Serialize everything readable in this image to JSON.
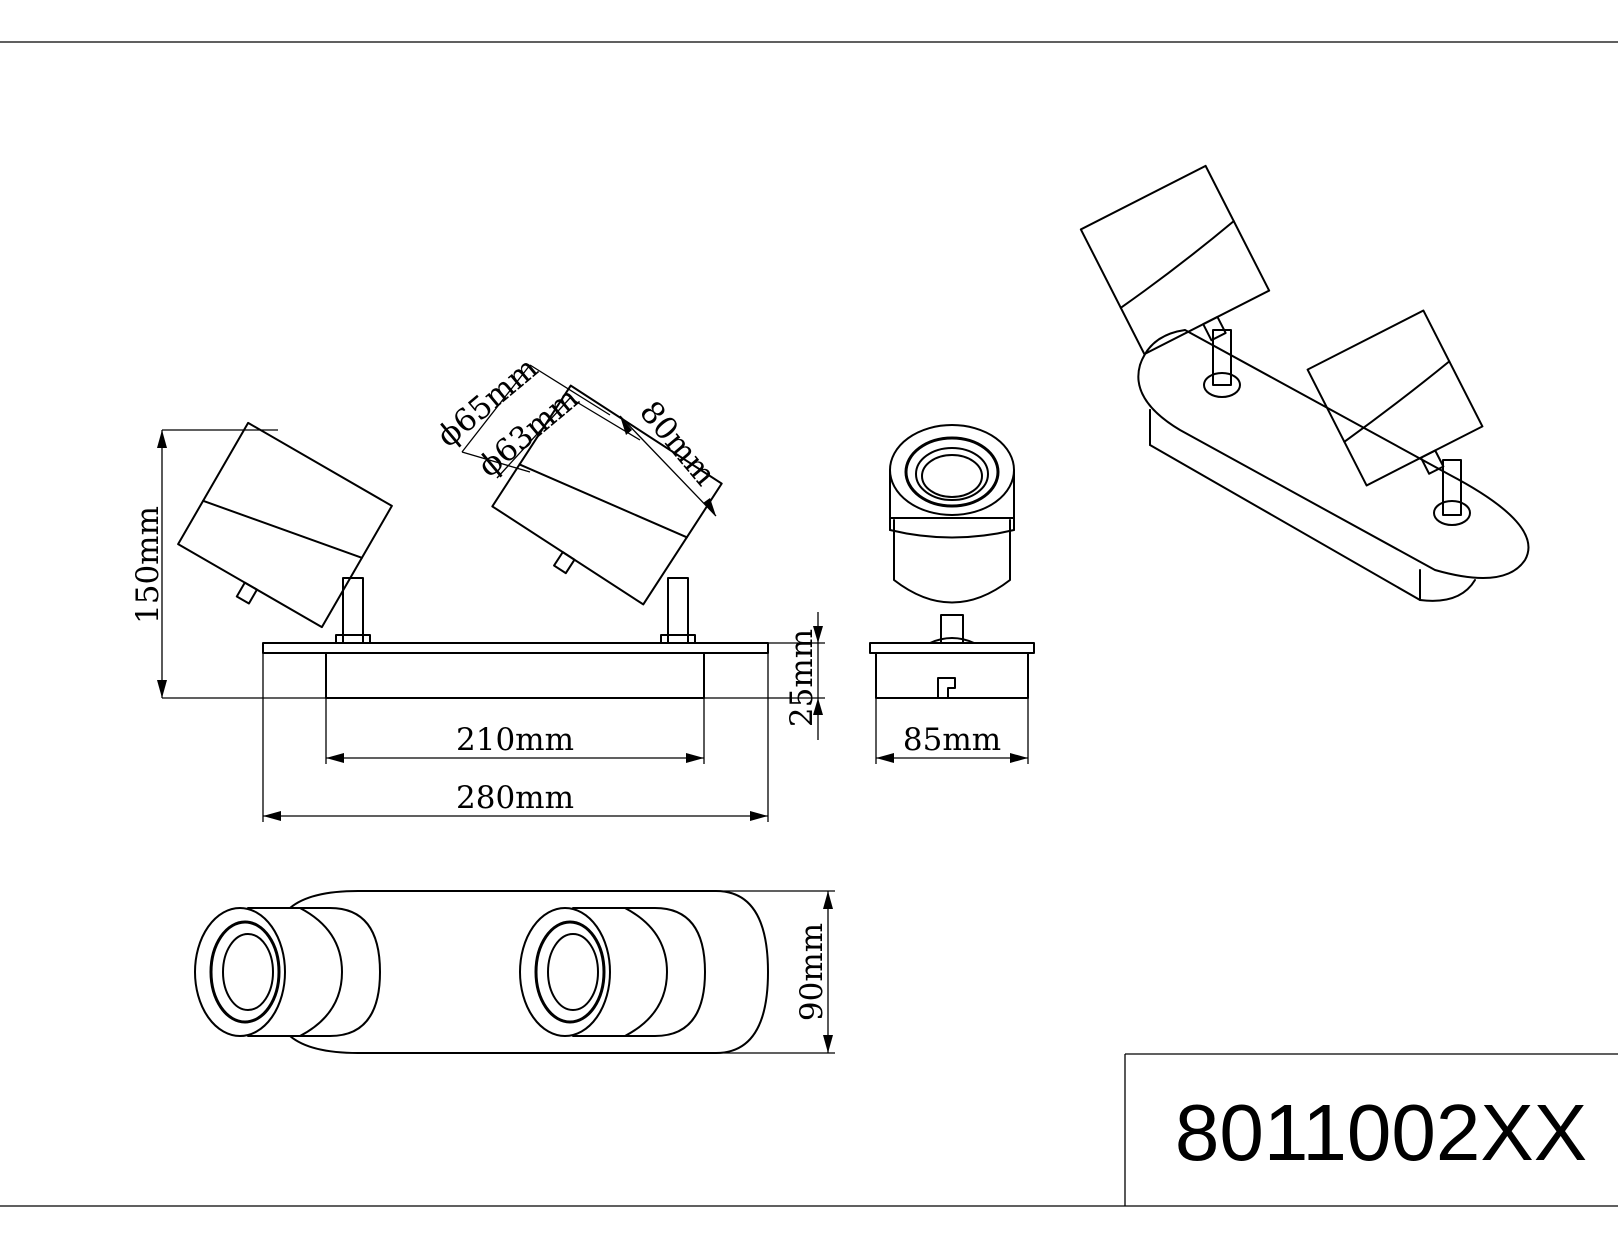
{
  "dimensions": {
    "height_total": "150mm",
    "diameter_outer": "ϕ65mm",
    "diameter_inner": "ϕ63mm",
    "head_length": "80mm",
    "base_height": "25mm",
    "inner_length": "210mm",
    "total_length": "280mm",
    "depth": "85mm",
    "width_top": "90mm"
  },
  "title_block": {
    "model_number": "8011002XX"
  },
  "colors": {
    "line": "#000000",
    "paper": "#ffffff"
  }
}
